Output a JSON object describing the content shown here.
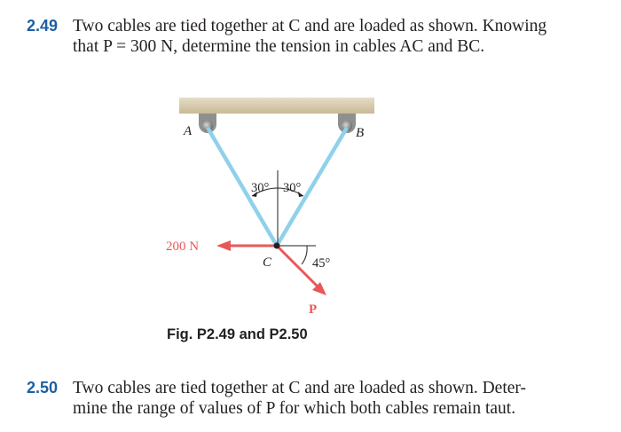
{
  "problem_249": {
    "number": "2.49",
    "line1": "Two cables are tied together at C and are loaded as shown. Knowing",
    "line2": "that P = 300 N, determine the tension in cables AC and BC."
  },
  "figure": {
    "label_A": "A",
    "label_B": "B",
    "label_C": "C",
    "label_P": "P",
    "angle_left": "30°",
    "angle_right": "30°",
    "angle_P": "45°",
    "force_200": "200 N",
    "caption": "Fig. P2.49 and P2.50",
    "colors": {
      "cable": "#8fd1ea",
      "arrow": "#e8585a",
      "ceiling": "#d9ccb3"
    }
  },
  "problem_250": {
    "number": "2.50",
    "line1": "Two cables are tied together at C and are loaded as shown. Deter-",
    "line2": "mine the range of values of P for which both cables remain taut."
  }
}
